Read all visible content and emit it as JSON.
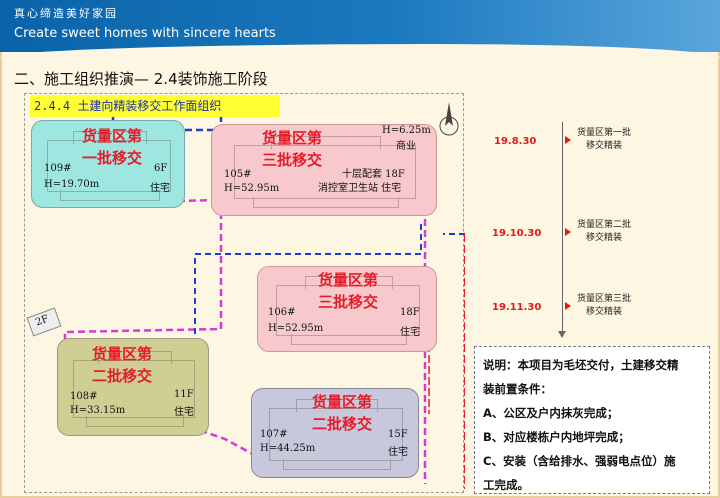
{
  "header": {
    "brand_cn": "真心缔造美好家园",
    "brand_en": "Create sweet homes with sincere hearts"
  },
  "page": {
    "title": "二、施工组织推演— 2.4装饰施工阶段",
    "subtitle": "2.4.4 土建向精装移交工作面组织"
  },
  "colors": {
    "accent_red": "#e51d2a",
    "path_magenta": "#d63ad6",
    "path_blue": "#1a3fd1",
    "highlight": "#ffff33"
  },
  "buildings": {
    "b109": {
      "label1": "货量区第",
      "label2": "一批移交",
      "id": "109#",
      "floors": "6F",
      "height": "H=19.70m",
      "use": "住宅"
    },
    "b105": {
      "label1": "货量区第",
      "label2": "三批移交",
      "id": "105#",
      "height": "H=52.95m",
      "top_h": "H=6.25m",
      "commerce": "商业",
      "extra1": "十层配套 18F",
      "extra2": "消控室卫生站 住宅"
    },
    "b106": {
      "label1": "货量区第",
      "label2": "三批移交",
      "id": "106#",
      "floors": "18F",
      "height": "H=52.95m",
      "use": "住宅"
    },
    "b108": {
      "label1": "货量区第",
      "label2": "二批移交",
      "id": "108#",
      "floors": "11F",
      "height": "H=33.15m",
      "use": "住宅"
    },
    "b107": {
      "label1": "货量区第",
      "label2": "二批移交",
      "id": "107#",
      "floors": "15F",
      "height": "H=44.25m",
      "use": "住宅"
    },
    "b2f": {
      "floors": "2F"
    }
  },
  "timeline": [
    {
      "date": "19.8.30",
      "label1": "货量区第一批",
      "label2": "移交精装"
    },
    {
      "date": "19.10.30",
      "label1": "货量区第二批",
      "label2": "移交精装"
    },
    {
      "date": "19.11.30",
      "label1": "货量区第三批",
      "label2": "移交精装"
    }
  ],
  "note": {
    "line1": "说明：本项目为毛坯交付，土建移交精",
    "line2": "装前置条件：",
    "line3": "A、公区及户内抹灰完成；",
    "line4": "B、对应楼栋户内地坪完成；",
    "line5": "C、安装（含给排水、强弱电点位）施",
    "line6": "工完成。"
  }
}
